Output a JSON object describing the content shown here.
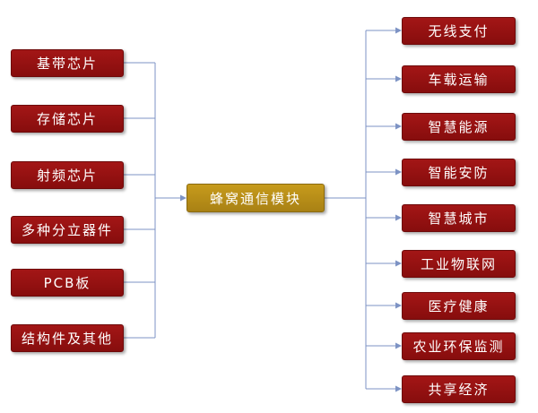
{
  "center": "蜂窝通信模块",
  "inputs": [
    "基带芯片",
    "存储芯片",
    "射频芯片",
    "多种分立器件",
    "PCB板",
    "结构件及其他"
  ],
  "outputs": [
    "无线支付",
    "车载运输",
    "智慧能源",
    "智能安防",
    "智慧城市",
    "工业物联网",
    "医疗健康",
    "农业环保监测",
    "共享经济"
  ],
  "colors": {
    "input_box": "#961111",
    "center_box": "#b88d18",
    "connector": "#7d93c4"
  }
}
